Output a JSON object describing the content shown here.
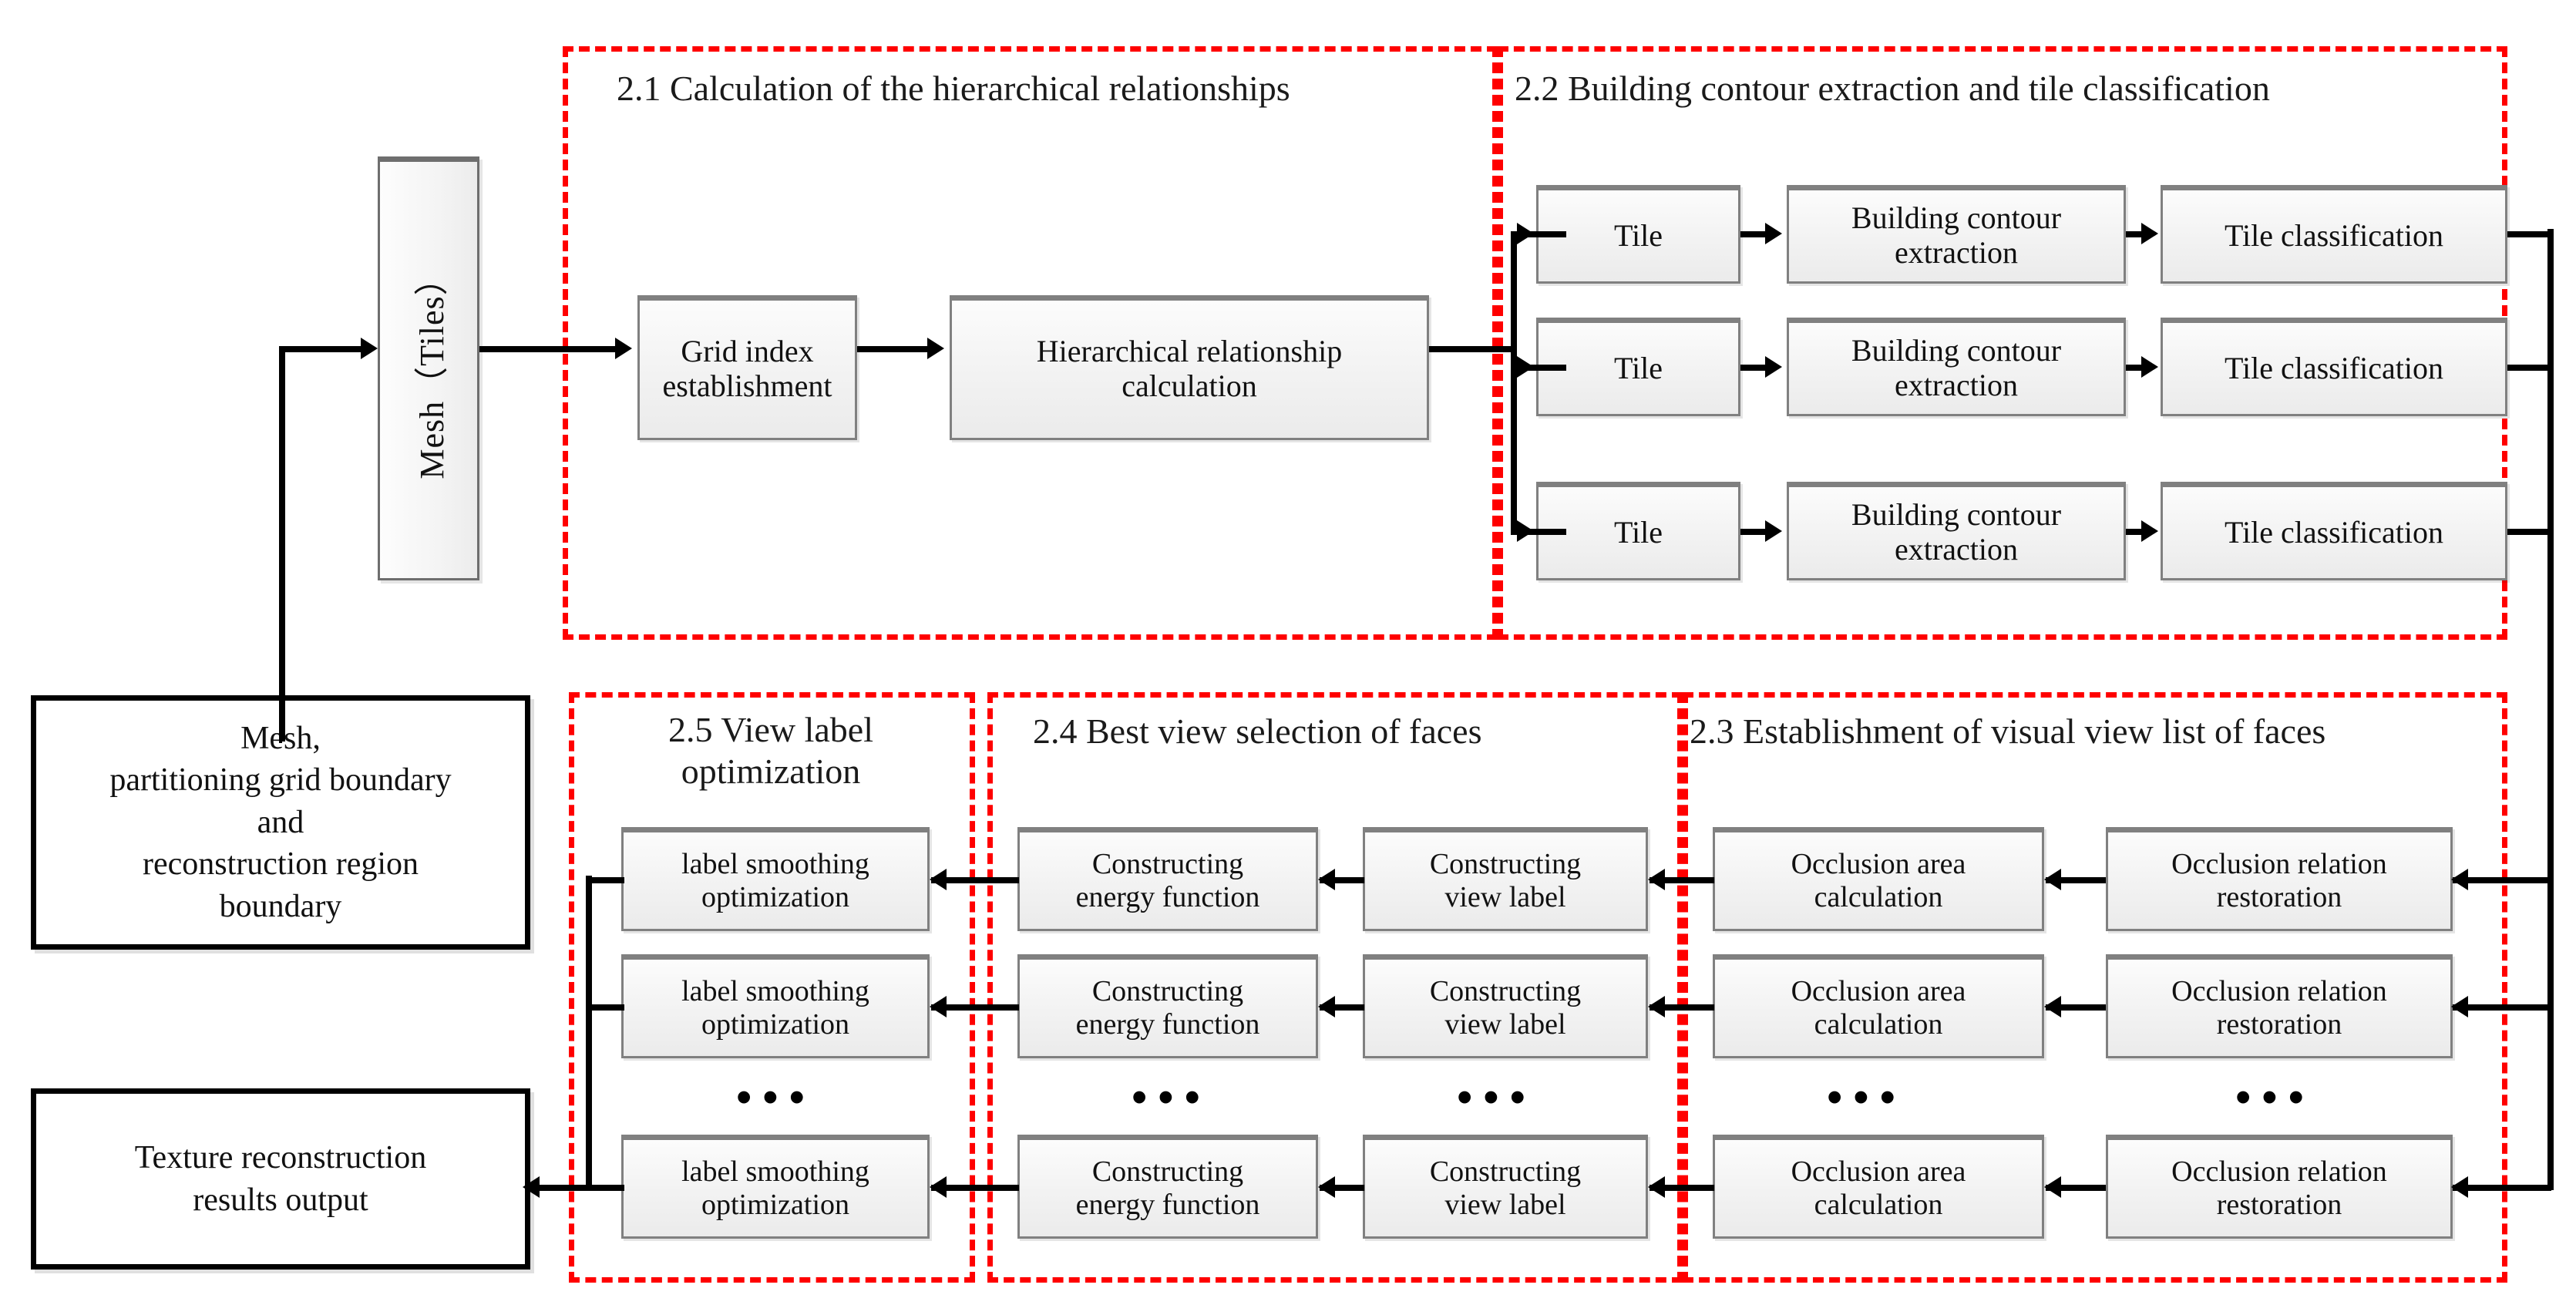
{
  "figure": {
    "type": "flowchart",
    "accent_color": "#ff0000",
    "box_fill": "#f2f2f2",
    "box_border": "#808080"
  },
  "input_box": {
    "label": "Mesh（Tiles）"
  },
  "left_boxes": [
    {
      "label": "Mesh,\npartitioning grid boundary\nand\nreconstruction region\nboundary"
    },
    {
      "label": "Texture reconstruction\nresults output"
    }
  ],
  "sections": [
    {
      "id": "2.1",
      "title": "2.1 Calculation of the hierarchical relationships"
    },
    {
      "id": "2.2",
      "title": "2.2 Building contour extraction and tile classification"
    },
    {
      "id": "2.5",
      "title": "2.5 View label\noptimization"
    },
    {
      "id": "2.4",
      "title": "2.4 Best view selection of faces"
    },
    {
      "id": "2.3",
      "title": "2.3 Establishment of visual view list of faces"
    }
  ],
  "section_21_boxes": [
    {
      "label": "Grid index\nestablishment"
    },
    {
      "label": "Hierarchical relationship\ncalculation"
    }
  ],
  "section_22_rows": [
    {
      "tile": "Tile",
      "contour": "Building contour\nextraction",
      "classify": "Tile classification"
    },
    {
      "tile": "Tile",
      "contour": "Building contour\nextraction",
      "classify": "Tile classification"
    },
    {
      "tile": "Tile",
      "contour": "Building contour\nextraction",
      "classify": "Tile classification"
    }
  ],
  "section_23_rows": [
    {
      "occ_area": "Occlusion area\ncalculation",
      "occ_rel": "Occlusion relation\nrestoration"
    },
    {
      "occ_area": "Occlusion area\ncalculation",
      "occ_rel": "Occlusion relation\nrestoration"
    },
    {
      "occ_area": "Occlusion area\ncalculation",
      "occ_rel": "Occlusion relation\nrestoration"
    }
  ],
  "section_24_rows": [
    {
      "energy": "Constructing\nenergy  function",
      "viewlabel": "Constructing\nview label"
    },
    {
      "energy": "Constructing\nenergy  function",
      "viewlabel": "Constructing\nview label"
    },
    {
      "energy": "Constructing\nenergy  function",
      "viewlabel": "Constructing\nview label"
    }
  ],
  "section_25_rows": [
    {
      "smooth": "label smoothing\noptimization"
    },
    {
      "smooth": "label smoothing\noptimization"
    },
    {
      "smooth": "label smoothing\noptimization"
    }
  ],
  "ellipses": {
    "glyph": "•••",
    "columns": [
      "2.5",
      "2.4-energy",
      "2.4-viewlabel",
      "2.3-area",
      "2.3-relation"
    ]
  }
}
